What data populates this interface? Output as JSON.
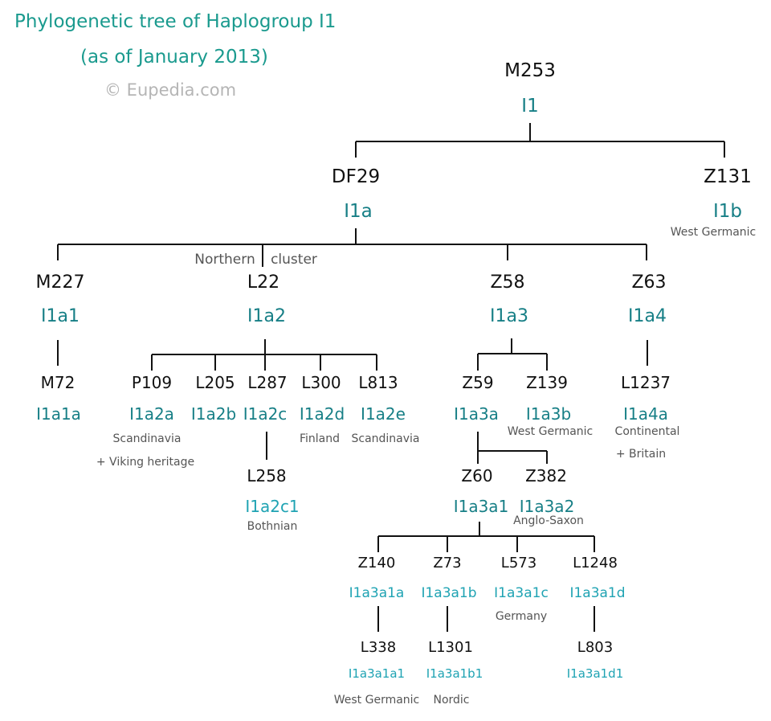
{
  "title": "Phylogenetic tree of Haplogroup I1",
  "subtitle": "(as of January 2013)",
  "copyright": "© Eupedia.com",
  "cluster_left": "Northern",
  "cluster_right": "cluster",
  "nodes": {
    "m253": {
      "snp": "M253",
      "hg": "I1"
    },
    "df29": {
      "snp": "DF29",
      "hg": "I1a"
    },
    "z131": {
      "snp": "Z131",
      "hg": "I1b",
      "note": "West Germanic"
    },
    "m227": {
      "snp": "M227",
      "hg": "I1a1"
    },
    "l22": {
      "snp": "L22",
      "hg": "I1a2"
    },
    "z58": {
      "snp": "Z58",
      "hg": "I1a3"
    },
    "z63": {
      "snp": "Z63",
      "hg": "I1a4"
    },
    "m72": {
      "snp": "M72",
      "hg": "I1a1a"
    },
    "p109": {
      "snp": "P109",
      "hg": "I1a2a",
      "note": "Scandinavia",
      "note2": "+ Viking heritage"
    },
    "l205": {
      "snp": "L205",
      "hg": "I1a2b"
    },
    "l287": {
      "snp": "L287",
      "hg": "I1a2c"
    },
    "l300": {
      "snp": "L300",
      "hg": "I1a2d",
      "note": "Finland"
    },
    "l813": {
      "snp": "L813",
      "hg": "I1a2e",
      "note": "Scandinavia"
    },
    "l258": {
      "snp": "L258",
      "hg": "I1a2c1",
      "note": "Bothnian"
    },
    "z59": {
      "snp": "Z59",
      "hg": "I1a3a"
    },
    "z139": {
      "snp": "Z139",
      "hg": "I1a3b",
      "note": "West Germanic"
    },
    "l1237": {
      "snp": "L1237",
      "hg": "I1a4a",
      "note": "Continental",
      "note2": "+ Britain"
    },
    "z60": {
      "snp": "Z60",
      "hg": "I1a3a1"
    },
    "z382": {
      "snp": "Z382",
      "hg": "I1a3a2",
      "note": "Anglo-Saxon"
    },
    "z140": {
      "snp": "Z140",
      "hg": "I1a3a1a"
    },
    "z73": {
      "snp": "Z73",
      "hg": "I1a3a1b"
    },
    "l573": {
      "snp": "L573",
      "hg": "I1a3a1c",
      "note": "Germany"
    },
    "l1248": {
      "snp": "L1248",
      "hg": "I1a3a1d"
    },
    "l338": {
      "snp": "L338",
      "hg": "I1a3a1a1",
      "note": "West Germanic"
    },
    "l1301": {
      "snp": "L1301",
      "hg": "I1a3a1b1",
      "note": "Nordic"
    },
    "l803": {
      "snp": "L803",
      "hg": "I1a3a1d1"
    }
  },
  "colors": {
    "title": "#1a9a8e",
    "snp": "#111111",
    "haplogroup": "#177f86",
    "haplogroup_deep": "#1fa3b3",
    "note": "#555555",
    "copyright": "#b5b5b5"
  }
}
